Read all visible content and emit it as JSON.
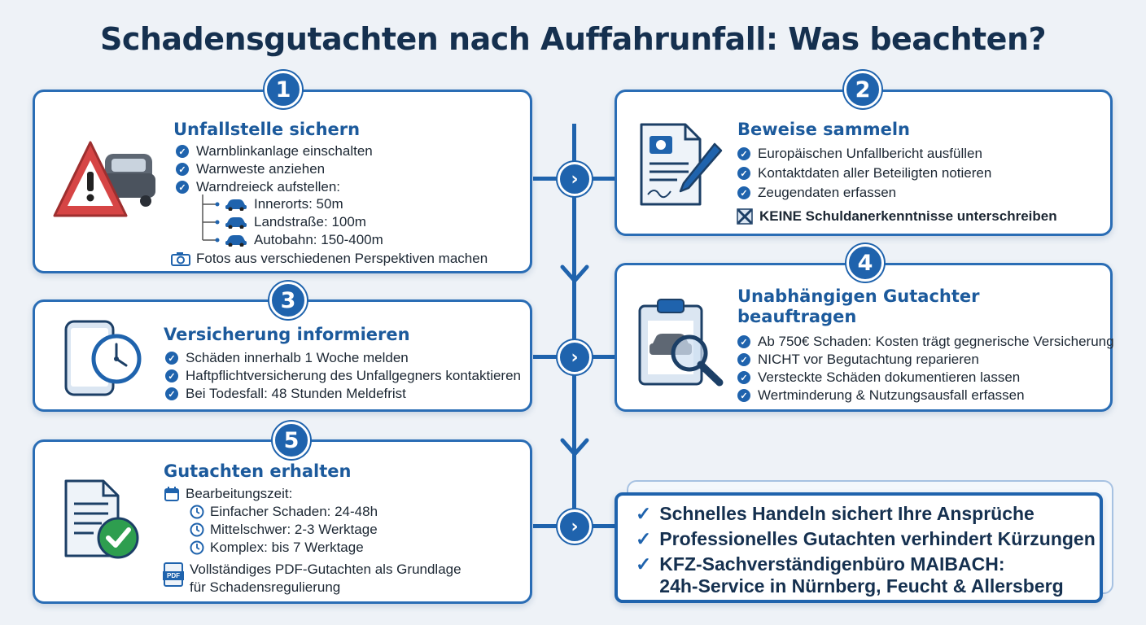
{
  "title": "Schadensgutachten nach Auffahrunfall: Was beachten?",
  "colors": {
    "primary": "#1f63ad",
    "title": "#15304f",
    "accent_red": "#d64545",
    "success": "#2e9e4f"
  },
  "cards": {
    "c1": {
      "number": "1",
      "title": "Unfallstelle sichern",
      "icon": "warning-triangle-car-icon",
      "items": [
        "Warnblinkanlage einschalten",
        "Warnweste anziehen",
        "Warndreieck aufstellen:"
      ],
      "sub_items": [
        "Innerorts: 50m",
        "Landstraße: 100m",
        "Autobahn: 150-400m"
      ],
      "photo_item": "Fotos aus verschiedenen Perspektiven machen"
    },
    "c2": {
      "number": "2",
      "title": "Beweise sammeln",
      "icon": "document-pen-icon",
      "items": [
        "Europäischen Unfallbericht ausfüllen",
        "Kontaktdaten aller Beteiligten notieren",
        "Zeugendaten erfassen"
      ],
      "warning": "KEINE Schuldanerkenntnisse unterschreiben"
    },
    "c3": {
      "number": "3",
      "title": "Versicherung informieren",
      "icon": "phone-clock-icon",
      "items": [
        "Schäden innerhalb 1 Woche melden",
        "Haftpflichtversicherung des Unfallgegners kontaktieren",
        "Bei Todesfall: 48 Stunden Meldefrist"
      ]
    },
    "c4": {
      "number": "4",
      "title_line1": "Unabhängigen Gutachter",
      "title_line2": "beauftragen",
      "icon": "clipboard-magnifier-icon",
      "items": [
        "Ab 750€ Schaden: Kosten trägt gegnerische Versicherung",
        "NICHT vor Begutachtung reparieren",
        "Versteckte Schäden dokumentieren lassen",
        "Wertminderung & Nutzungsausfall erfassen"
      ]
    },
    "c5": {
      "number": "5",
      "title": "Gutachten erhalten",
      "icon": "document-checkmark-icon",
      "processing_label": "Bearbeitungszeit:",
      "times": [
        "Einfacher Schaden: 24-48h",
        "Mittelschwer: 2-3 Werktage",
        "Komplex: bis 7 Werktage"
      ],
      "pdf_badge": "PDF",
      "pdf_line1": "Vollständiges PDF-Gutachten als Grundlage",
      "pdf_line2": "für Schadensregulierung"
    }
  },
  "summary": {
    "lines": [
      "Schnelles Handeln sichert Ihre Ansprüche",
      "Professionelles Gutachten verhindert Kürzungen",
      "KFZ-Sachverständigenbüro MAIBACH:"
    ],
    "last_line": "24h-Service in Nürnberg, Feucht & Allersberg"
  }
}
